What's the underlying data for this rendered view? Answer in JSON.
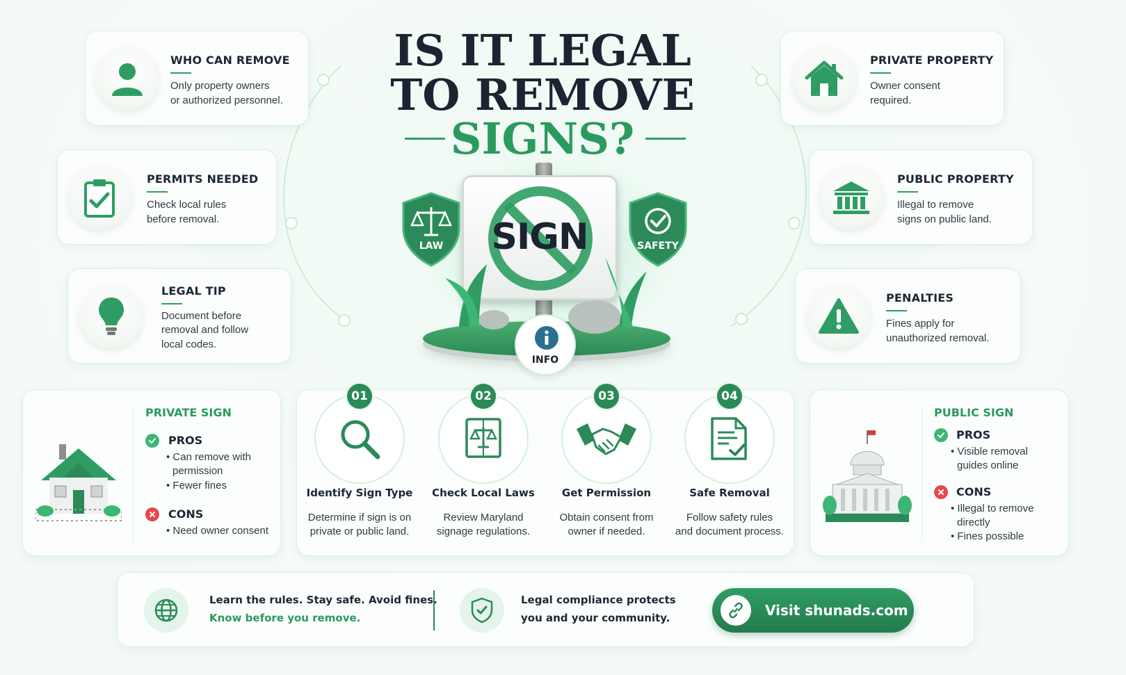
{
  "title": {
    "line1": "IS IT LEGAL",
    "line2": "TO REMOVE",
    "line3": "SIGNS?"
  },
  "hero": {
    "sign_text": "SIGN",
    "law_label": "LAW",
    "safety_label": "SAFETY",
    "info_label": "INFO"
  },
  "cards": {
    "who": {
      "title": "WHO CAN REMOVE",
      "text1": "Only property owners",
      "text2": "or authorized personnel."
    },
    "permits": {
      "title": "PERMITS NEEDED",
      "text1": "Check local rules",
      "text2": "before removal."
    },
    "tip": {
      "title": "LEGAL TIP",
      "text1": "Document before",
      "text2": "removal and follow",
      "text3": "local codes."
    },
    "private_property": {
      "title": "PRIVATE PROPERTY",
      "text1": "Owner consent",
      "text2": "required."
    },
    "public_property": {
      "title": "PUBLIC PROPERTY",
      "text1": "Illegal to remove",
      "text2": "signs on public land."
    },
    "penalties": {
      "title": "PENALTIES",
      "text1": "Fines apply for",
      "text2": "unauthorized removal."
    }
  },
  "private_sign": {
    "title": "PRIVATE SIGN",
    "pros_label": "PROS",
    "pros": [
      "• Can remove with",
      "permission",
      "• Fewer fines"
    ],
    "cons_label": "CONS",
    "cons": [
      "• Need owner consent"
    ]
  },
  "public_sign": {
    "title": "PUBLIC SIGN",
    "pros_label": "PROS",
    "pros": [
      "• Visible removal",
      "guides online"
    ],
    "cons_label": "CONS",
    "cons": [
      "• Illegal to remove",
      "directly",
      "• Fines possible"
    ]
  },
  "steps": [
    {
      "num": "01",
      "title": "Identify Sign Type",
      "text1": "Determine if sign is on",
      "text2": "private or public land."
    },
    {
      "num": "02",
      "title": "Check Local Laws",
      "text1": "Review Maryland",
      "text2": "signage regulations."
    },
    {
      "num": "03",
      "title": "Get Permission",
      "text1": "Obtain consent from",
      "text2": "owner if needed."
    },
    {
      "num": "04",
      "title": "Safe Removal",
      "text1": "Follow safety rules",
      "text2": "and document process."
    }
  ],
  "footer": {
    "line1": "Learn the rules. Stay safe. Avoid fines.",
    "line2": "Know before you remove.",
    "compliance1": "Legal compliance protects",
    "compliance2": "you and your community.",
    "cta": "Visit shunads.com"
  },
  "colors": {
    "accent": "#2b8a57",
    "accent_light": "#2f9d63",
    "cons_red": "#e5484d",
    "dark_text": "#1b2431"
  },
  "icons": [
    "person-icon",
    "clipboard-check-icon",
    "lightbulb-icon",
    "house-icon",
    "bank-icon",
    "warning-icon",
    "scales-icon",
    "check-shield-icon",
    "info-icon",
    "magnifier-icon",
    "law-book-icon",
    "handshake-icon",
    "document-check-icon",
    "globe-icon",
    "shield-check-icon",
    "link-icon",
    "check-circle-icon",
    "x-circle-icon"
  ]
}
